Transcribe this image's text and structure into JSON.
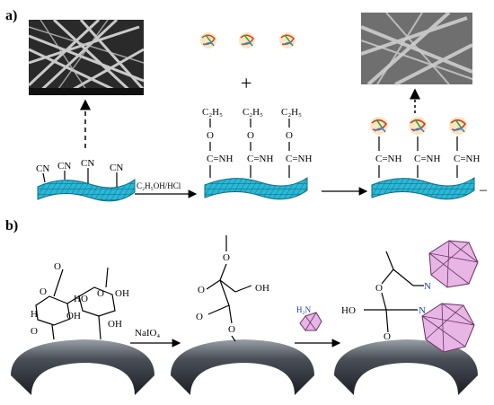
{
  "panels": {
    "a": "a)",
    "b": "b)"
  },
  "scheme_a": {
    "reagent": "C₂H₅OH/HCl",
    "substituent_cn": "CN",
    "ethoxy_group": "C₂H₅",
    "oxygen": "O",
    "imine": "C=NH",
    "plus": "+",
    "trailing_mark": "–"
  },
  "scheme_b": {
    "reagent": "NaIO₄",
    "amine": "H₂N",
    "ho": "HO",
    "oh": "OH",
    "h": "H",
    "o": "O",
    "n": "N"
  },
  "colors": {
    "sheet": "#2bb7d6",
    "sheet_dark": "#0b7893",
    "fiber_bg": "#2a2a2a",
    "fiber": "#e8e8e8",
    "polyhedron_fill": "#e7b6e4",
    "polyhedron_edge": "#6a2f66",
    "substrate_dark": "#2c2f36",
    "substrate_light": "#8d929b",
    "amine_blue": "#1f3fc4"
  },
  "icons": [
    "sem-fiber-image",
    "protein-icon",
    "graphene-sheet",
    "curved-substrate",
    "polyhedral-cluster"
  ]
}
